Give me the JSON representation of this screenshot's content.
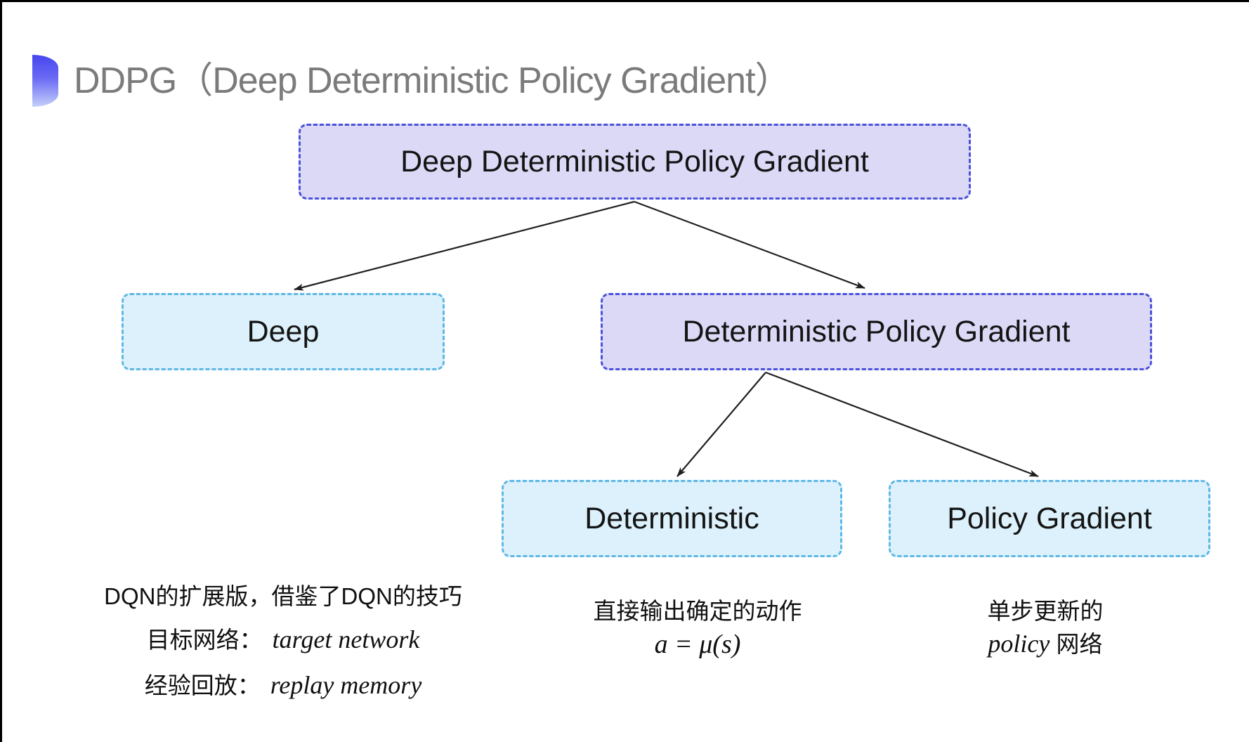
{
  "header": {
    "title": "DDPG（Deep Deterministic Policy Gradient）",
    "title_color": "#7b7b7b",
    "bullet_icon": "blue-gradient-semicircle"
  },
  "diagram": {
    "type": "tree",
    "nodes": [
      {
        "id": "root",
        "label": "Deep Deterministic Policy Gradient",
        "style": "purple"
      },
      {
        "id": "deep",
        "label": "Deep",
        "style": "cyan"
      },
      {
        "id": "dpg",
        "label": "Deterministic Policy Gradient",
        "style": "purple"
      },
      {
        "id": "det",
        "label": "Deterministic",
        "style": "cyan"
      },
      {
        "id": "pg",
        "label": "Policy Gradient",
        "style": "cyan"
      }
    ],
    "edges": [
      {
        "from": "root",
        "to": "deep"
      },
      {
        "from": "root",
        "to": "dpg"
      },
      {
        "from": "dpg",
        "to": "det"
      },
      {
        "from": "dpg",
        "to": "pg"
      }
    ],
    "colors": {
      "purple_fill": "#dcd9f7",
      "purple_border": "#4a52d9",
      "cyan_fill": "#dcf1fb",
      "cyan_border": "#5fb7e6",
      "arrow": "#1f1f1f"
    }
  },
  "notes": {
    "deep": {
      "line1": "DQN的扩展版，借鉴了DQN的技巧",
      "line2_label": "目标网络：",
      "line2_term": "target network",
      "line3_label": "经验回放：",
      "line3_term": "replay memory"
    },
    "deterministic": {
      "line1": "直接输出确定的动作",
      "formula": "a = μ(s)"
    },
    "policy_gradient": {
      "line1": "单步更新的",
      "term": "policy",
      "suffix": " 网络"
    }
  }
}
